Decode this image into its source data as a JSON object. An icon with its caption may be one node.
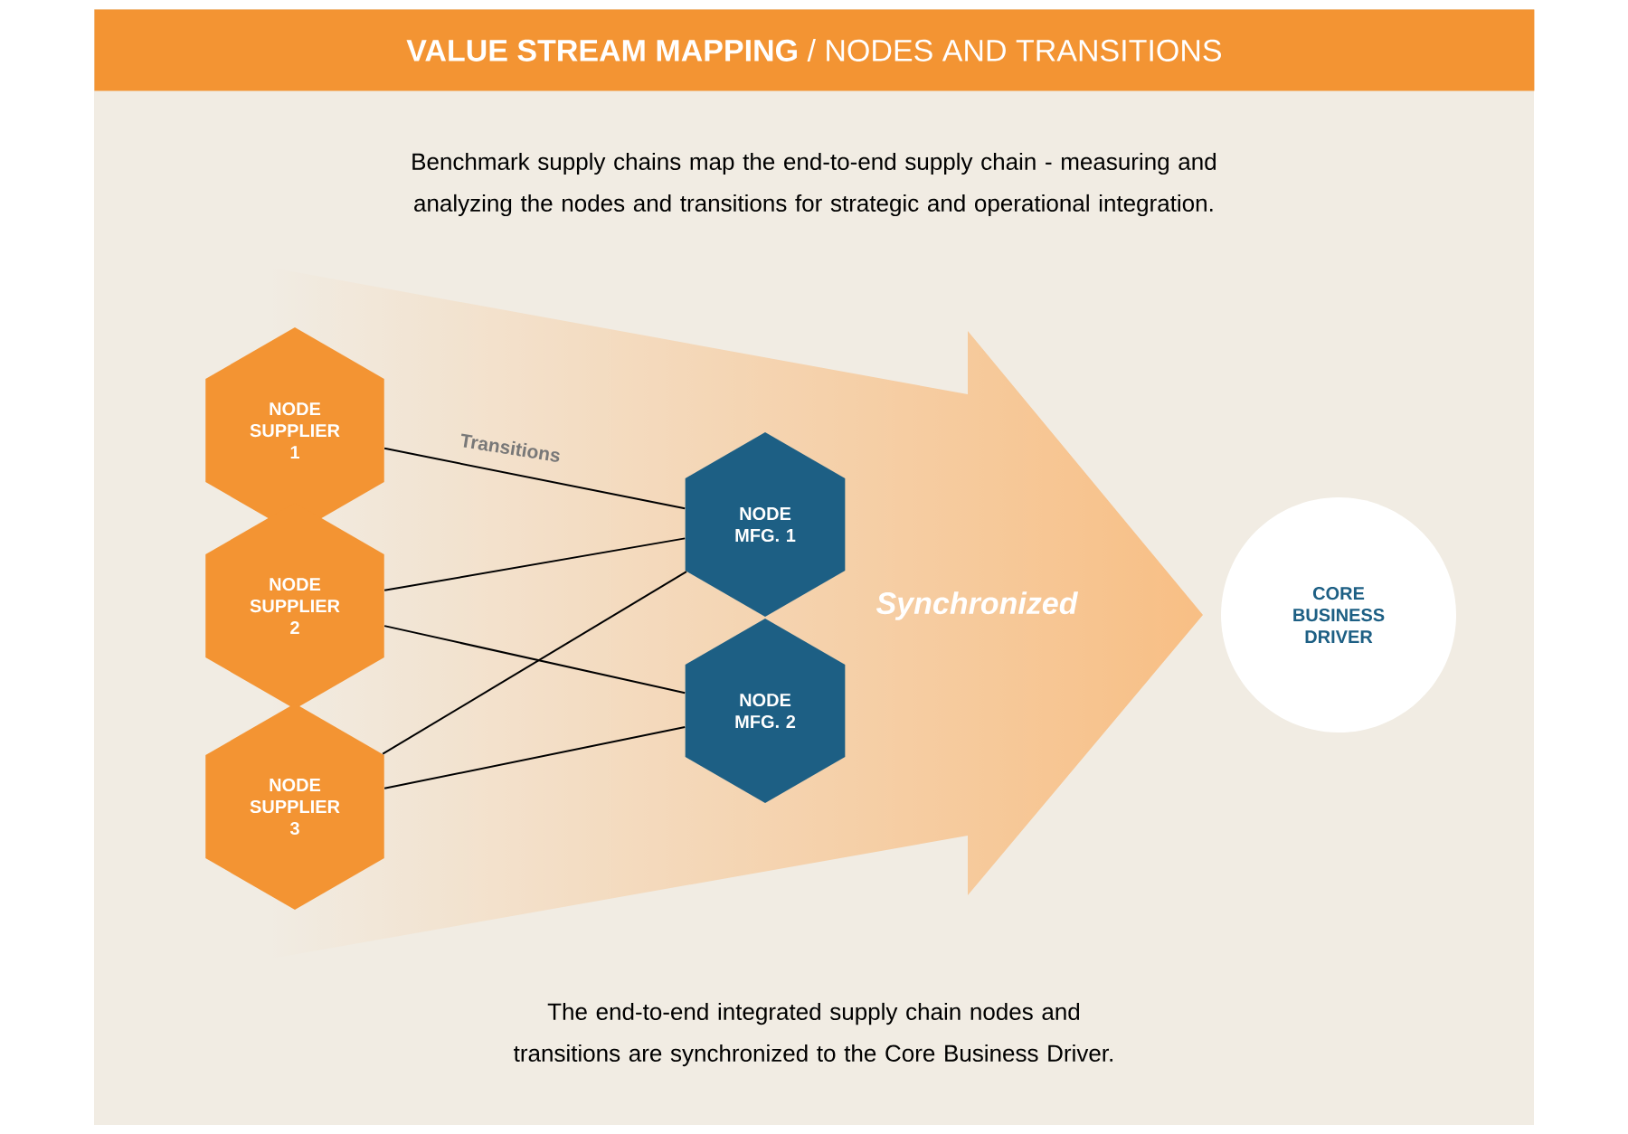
{
  "diagram": {
    "title": "**VALUE STREAM MAPPING** / NODES AND TRANSITIONS",
    "nodes": [
      {
        "text": [
          "NODE SUPPLIER 1"
        ]
      },
      {
        "text": [
          "NODE SUPPLIER 2"
        ]
      },
      {
        "text": [
          "NODE SUPPLIER 3"
        ]
      },
      {
        "text": [
          "NODE MFG. 1"
        ]
      },
      {
        "text": [
          "NODE MFG. 2"
        ]
      },
      {
        "text": [
          "CORE BUSINESS DRIVER"
        ]
      }
    ],
    "edges": [
      {
        "from": 0,
        "to": 3,
        "arrow": "none",
        "label": "Transitions"
      },
      {
        "from": 1,
        "to": 3,
        "arrow": "none"
      },
      {
        "from": 1,
        "to": 4,
        "arrow": "none"
      },
      {
        "from": 2,
        "to": 3,
        "arrow": "none"
      },
      {
        "from": 2,
        "to": 4,
        "arrow": "none"
      }
    ],
    "labels": [
      "Benchmark supply chains map the end-to-end supply chain - measuring and analyzing the nodes and transitions for strategic and operational integration.",
      "Synchronized"
    ],
    "caption": "The end-to-end integrated supply chain nodes and transitions are synchronized to the Core Business Driver."
  }
}
